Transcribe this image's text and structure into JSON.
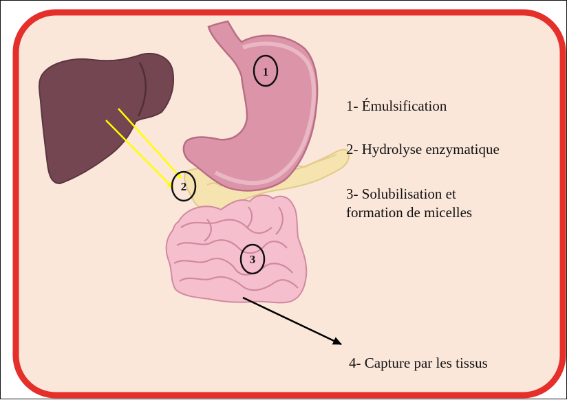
{
  "diagram": {
    "markers": [
      "1",
      "2",
      "3"
    ],
    "steps": [
      {
        "lines": [
          "1- Émulsification"
        ]
      },
      {
        "lines": [
          "2- Hydrolyse enzymatique"
        ]
      },
      {
        "lines": [
          "3- Solubilisation et",
          "formation de micelles"
        ]
      },
      {
        "lines": [
          "4- Capture par les tissus"
        ]
      }
    ]
  },
  "colors": {
    "panel_fill": "#fbe7da",
    "panel_border": "#e42f2b",
    "liver": "#734651",
    "stomach": "#dc95a8",
    "pancreas": "#f5e3b0",
    "intestine": "#f6bfcd",
    "bile_arrow": "#ffff00",
    "export_arrow": "#000000"
  }
}
